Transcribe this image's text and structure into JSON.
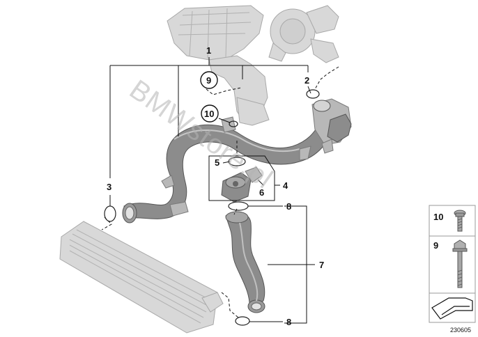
{
  "diagram": {
    "callouts": {
      "c1": "1",
      "c2": "2",
      "c3": "3",
      "c4": "4",
      "c5": "5",
      "c6": "6",
      "c7": "7",
      "c8a": "8",
      "c8b": "8",
      "c9": "9",
      "c10": "10"
    },
    "watermark": "BMWstore.pl",
    "diagram_id": "230605"
  },
  "sidebar": {
    "items": [
      {
        "number": "10",
        "icon": "screw-icon"
      },
      {
        "number": "9",
        "icon": "bolt-icon"
      },
      {
        "number": "",
        "icon": "arrow-icon"
      }
    ]
  },
  "colors": {
    "hose": "#8c8c8c",
    "ghost_part": "#d8d8d8",
    "leader_line": "#111111",
    "watermark": "#b4b4b4"
  }
}
